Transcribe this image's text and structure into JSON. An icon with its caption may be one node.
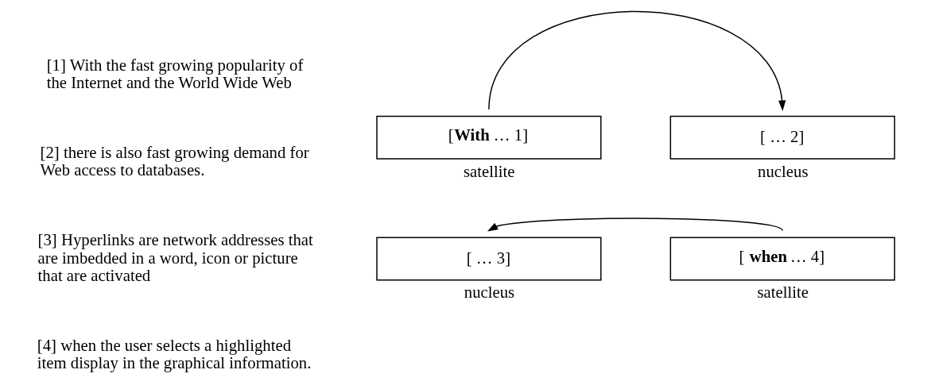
{
  "diagram": {
    "nodes": [
      {
        "text": [
          "[**With** … 1]"
        ],
        "beside": [
          "satellite"
        ]
      },
      {
        "text": [
          "[ … 2]"
        ],
        "beside": [
          "nucleus"
        ]
      },
      {
        "text": [
          "[ … 3]"
        ],
        "beside": [
          "nucleus"
        ]
      },
      {
        "text": [
          "[ **when** … 4]"
        ],
        "beside": [
          "satellite"
        ]
      }
    ],
    "edges": [
      {
        "from": 0,
        "to": 1,
        "arrow": "to"
      },
      {
        "from": 3,
        "to": 2,
        "arrow": "to"
      }
    ],
    "labels": [
      "[1] With the fast growing popularity of the Internet and the World Wide Web",
      "[2] there is also fast growing demand for Web access to databases.",
      "[3] Hyperlinks are network addresses that are imbedded in a word, icon or picture that are activated",
      "[4] when the user selects a highlighted item display in the graphical information."
    ]
  }
}
